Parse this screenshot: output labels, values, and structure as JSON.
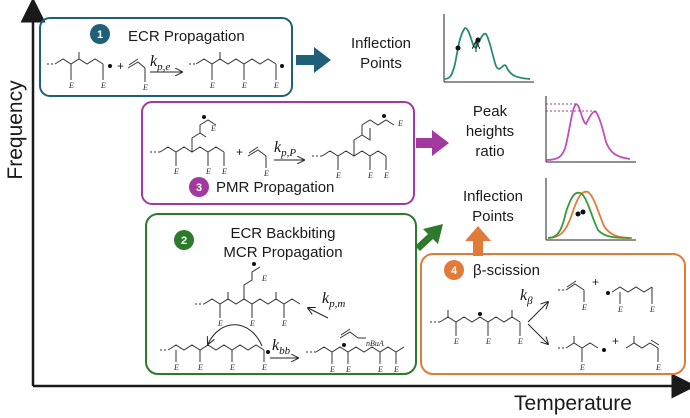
{
  "axes": {
    "y_label": "Frequency",
    "x_label": "Temperature"
  },
  "boxes": {
    "ecr": {
      "number": "1",
      "title": "ECR Propagation",
      "rate_main": "k",
      "rate_sub": "p,e",
      "color": "#1f5f7a"
    },
    "pmr": {
      "number": "3",
      "title": "PMR Propagation",
      "rate_main": "k",
      "rate_sub": "p,P",
      "color": "#a23a9e"
    },
    "backbiting": {
      "number": "2",
      "title_line1": "ECR Backbiting",
      "title_line2": "MCR Propagation",
      "rate1_main": "k",
      "rate1_sub": "p,m",
      "rate2_main": "k",
      "rate2_sub": "bb",
      "monomer": "nBuA",
      "color": "#2d7a2d"
    },
    "scission": {
      "number": "4",
      "title": "β-scission",
      "rate_main": "k",
      "rate_sub": "β",
      "color": "#e07b39"
    }
  },
  "results": {
    "r1": {
      "line1": "Inflection",
      "line2": "Points"
    },
    "r2": {
      "line1": "Peak",
      "line2": "heights",
      "line3": "ratio"
    },
    "r3": {
      "line1": "Inflection",
      "line2": "Points"
    }
  },
  "substituent_label": "E"
}
